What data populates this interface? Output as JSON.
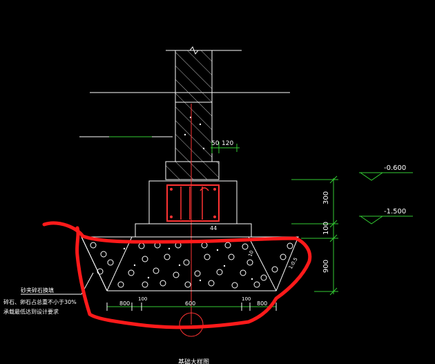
{
  "levels": {
    "top": "-0.600",
    "bottom": "-1.500"
  },
  "dims_vertical": {
    "d300": "300",
    "d100": "100",
    "d900": "900"
  },
  "dims_wall": {
    "d50": "50",
    "d120": "120"
  },
  "dims_bottom": {
    "left800": "800",
    "left100": "100",
    "center600": "600",
    "right100": "100",
    "right800": "800"
  },
  "slope_labels": {
    "left": "10",
    "right": "1:0.5"
  },
  "note": {
    "title": "砂夹碎石换填",
    "line1": "碎石、卵石占总重不小于30%",
    "line2": "承载最低达到设计要求"
  },
  "slab_label": "44",
  "footer_caption": "基础大样图",
  "colors": {
    "background": "#000000",
    "lines": "#ffffff",
    "hatch": "#c8c8c8",
    "rebar": "#ff3333",
    "markup": "#ff1a1a",
    "leader": "#33cc33"
  }
}
